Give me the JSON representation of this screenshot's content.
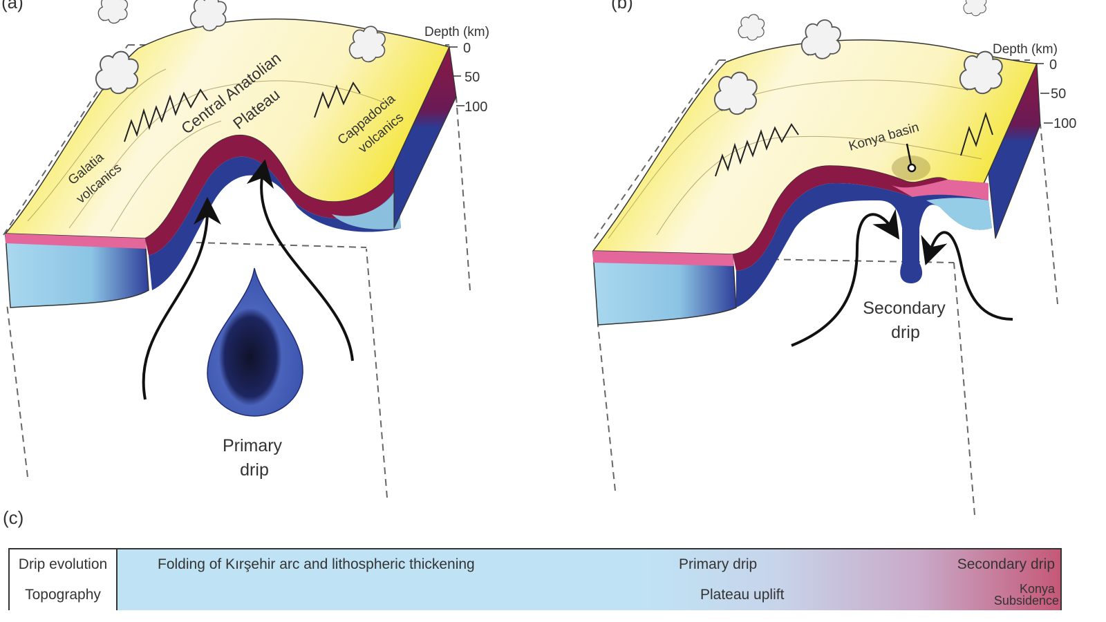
{
  "panels": {
    "a": {
      "label": "(a)",
      "depth_title": "Depth (km)",
      "depth_ticks": [
        "0",
        "50",
        "100"
      ],
      "labels": {
        "plateau_line1": "Central Anatolian",
        "plateau_line2": "Plateau",
        "galatia_line1": "Galatia",
        "galatia_line2": "volcanics",
        "cappadocia_line1": "Cappadocia",
        "cappadocia_line2": "volcanics",
        "drip_line1": "Primary",
        "drip_line2": "drip"
      }
    },
    "b": {
      "label": "(b)",
      "depth_title": "Depth (km)",
      "depth_ticks": [
        "0",
        "50",
        "100"
      ],
      "labels": {
        "konya": "Konya basin",
        "drip_line1": "Secondary",
        "drip_line2": "drip"
      }
    },
    "c": {
      "label": "(c)",
      "rows": [
        {
          "header": "Drip evolution",
          "phases": [
            "Folding of Kırşehir arc and lithospheric thickening",
            "Primary drip",
            "Secondary drip"
          ]
        },
        {
          "header": "Topography",
          "phases": [
            "Plateau uplift",
            "Konya",
            "Subsidence"
          ]
        }
      ]
    }
  },
  "colors": {
    "crust_yellow": "#f5e94a",
    "crust_pale": "#fdf8d8",
    "mantle_maroon": "#8a1a45",
    "mantle_pink": "#e3679a",
    "lithosphere_blue": "#2a3c94",
    "lithosphere_light": "#96cde6",
    "drip_blue": "#3a55b0",
    "timeline_blue": "#bfe3f5",
    "timeline_red": "#c55877"
  }
}
